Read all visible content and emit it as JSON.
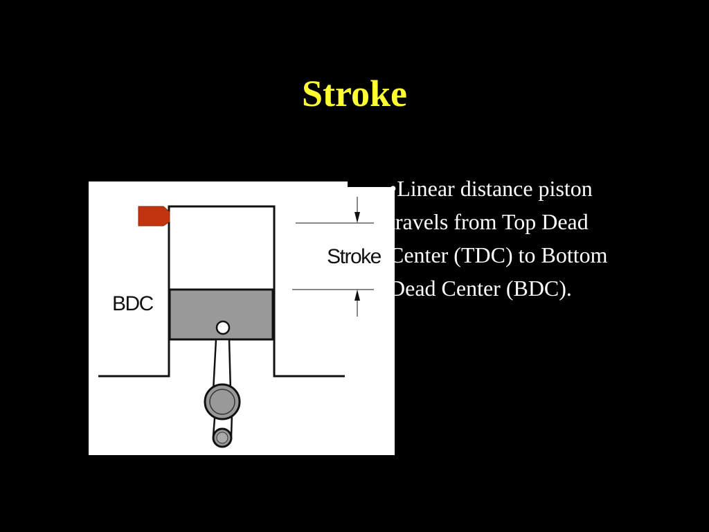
{
  "slide": {
    "title": "Stroke",
    "bullet_symbol": "•",
    "bullet_lines": [
      "Linear distance piston",
      "travels from Top Dead",
      "Center (TDC) to Bottom",
      "Dead Center (BDC)."
    ]
  },
  "diagram": {
    "bdc_label": "BDC",
    "stroke_label": "Stroke",
    "colors": {
      "piston": "#999999",
      "spark_plug": "#c2330f",
      "line": "#111111",
      "background": "#ffffff"
    }
  }
}
